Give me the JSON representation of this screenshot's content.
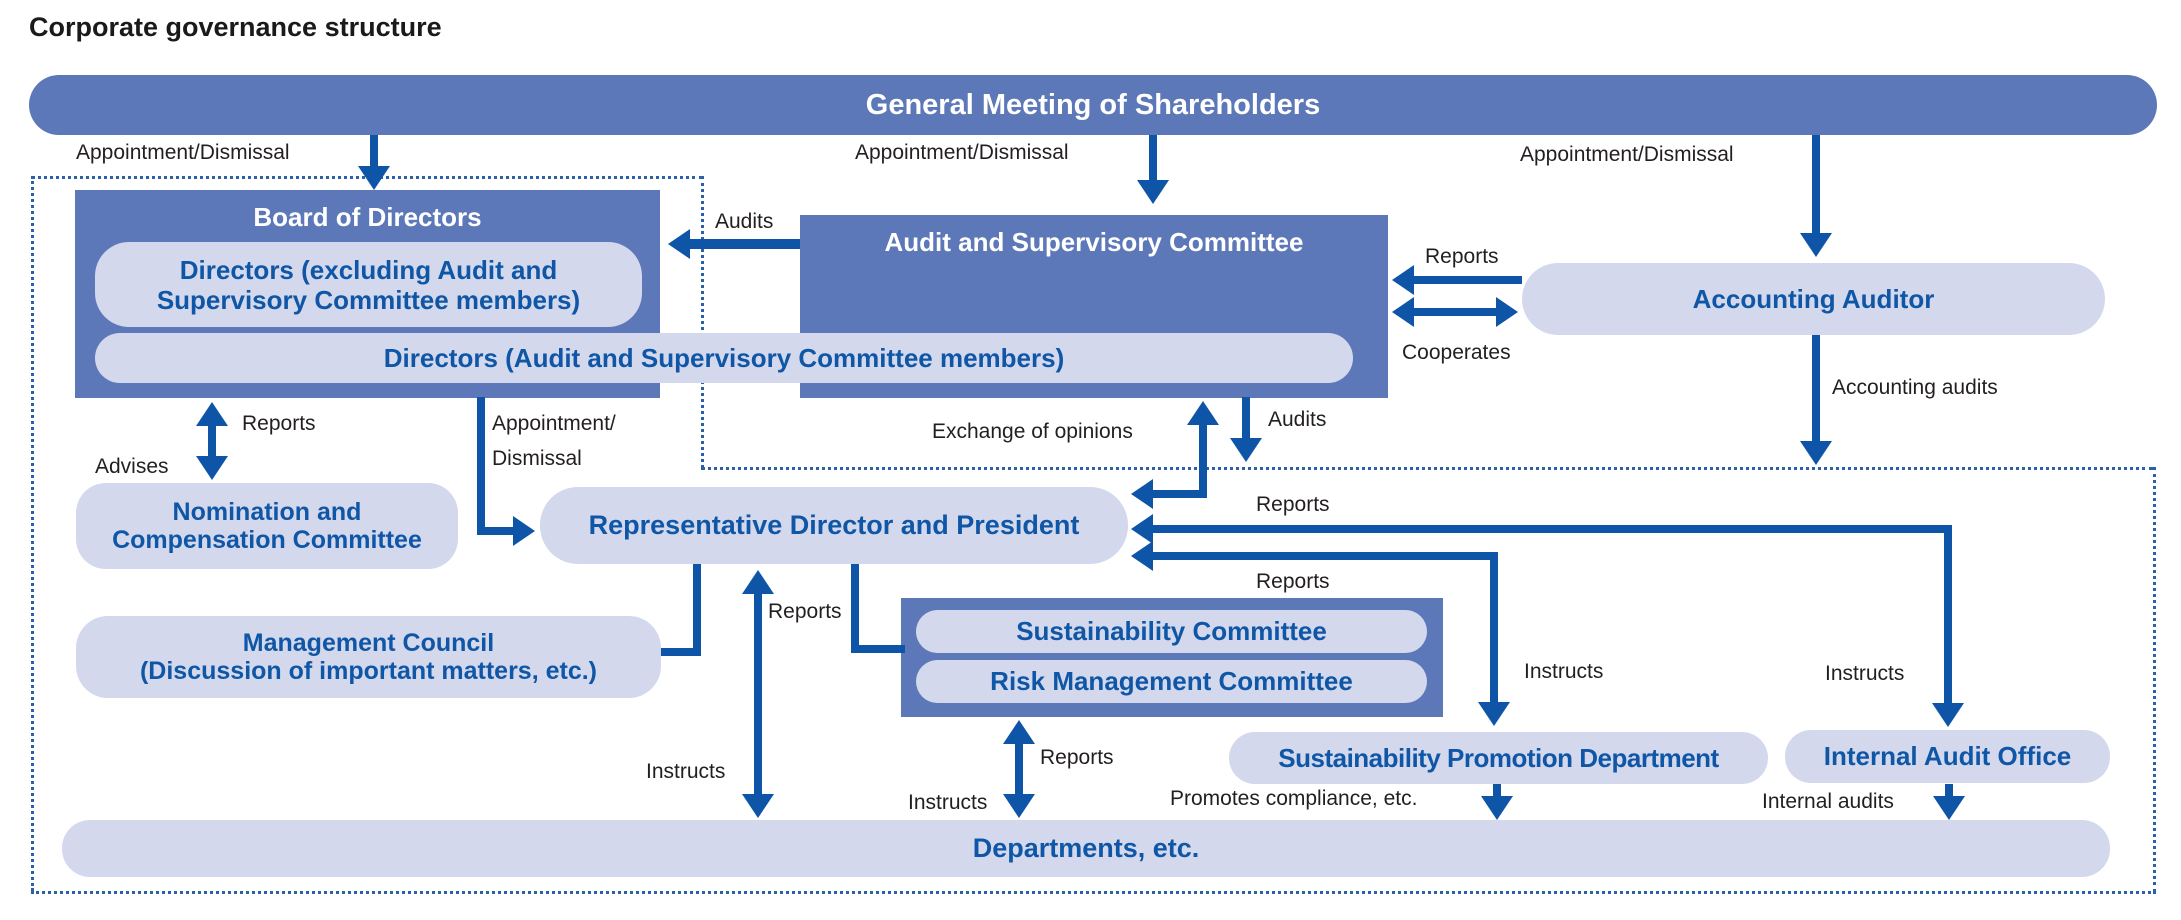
{
  "title": "Corporate governance structure",
  "colors": {
    "box_blue": "#5d78b8",
    "box_light": "#d4d8ec",
    "text_blue": "#0f57a6",
    "arrow_blue": "#0e55a7",
    "label_ink": "#231f20",
    "dotted": "#2b61a8",
    "background": "#ffffff"
  },
  "nodes": {
    "shareholders": "General Meeting of Shareholders",
    "board": "Board of Directors",
    "directors_excluding": {
      "line1": "Directors (excluding Audit and",
      "line2": "Supervisory Committee members)"
    },
    "directors_audit": "Directors (Audit and Supervisory Committee members)",
    "audit_committee": "Audit and Supervisory Committee",
    "accounting_auditor": "Accounting Auditor",
    "nomination": {
      "line1": "Nomination and",
      "line2": "Compensation Committee"
    },
    "president": "Representative Director and President",
    "management_council": {
      "line1": "Management Council",
      "line2": "(Discussion of important matters, etc.)"
    },
    "sustainability_committee": "Sustainability Committee",
    "risk_committee": "Risk Management Committee",
    "sustainability_dept": "Sustainability Promotion Department",
    "internal_audit": "Internal Audit Office",
    "departments": "Departments, etc."
  },
  "labels": {
    "appointment_dismissal": "Appointment/Dismissal",
    "appointment_two_line": {
      "line1": "Appointment/",
      "line2": "Dismissal"
    },
    "audits": "Audits",
    "reports": "Reports",
    "cooperates": "Cooperates",
    "accounting_audits": "Accounting audits",
    "advises": "Advises",
    "exchange_opinions": "Exchange of opinions",
    "instructs": "Instructs",
    "promotes_compliance": "Promotes compliance, etc.",
    "internal_audits": "Internal audits"
  }
}
